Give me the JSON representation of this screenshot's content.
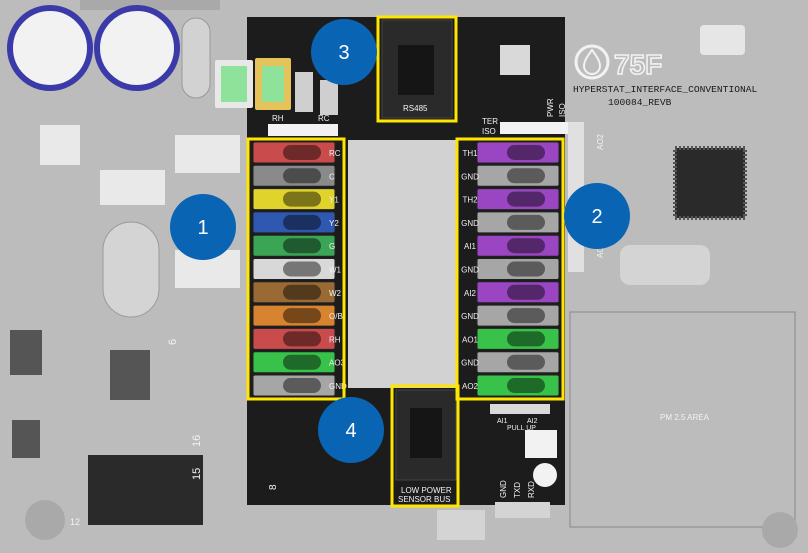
{
  "callouts": [
    {
      "id": "1",
      "label": "1"
    },
    {
      "id": "2",
      "label": "2"
    },
    {
      "id": "3",
      "label": "3"
    },
    {
      "id": "4",
      "label": "4"
    }
  ],
  "left_terminals": [
    {
      "label": "RC",
      "color": "#c94b4b"
    },
    {
      "label": "C",
      "color": "#8a8a8a"
    },
    {
      "label": "Y1",
      "color": "#e0d32c"
    },
    {
      "label": "Y2",
      "color": "#2f58b0"
    },
    {
      "label": "G",
      "color": "#3aa655"
    },
    {
      "label": "W1",
      "color": "#d8d8d8"
    },
    {
      "label": "W2",
      "color": "#9a6a35"
    },
    {
      "label": "O/B",
      "color": "#d7832f"
    },
    {
      "label": "RH",
      "color": "#c94b4b"
    },
    {
      "label": "AO3",
      "color": "#38c24a"
    },
    {
      "label": "GND",
      "color": "#a6a6a6"
    }
  ],
  "right_terminals": [
    {
      "label": "TH1",
      "color": "#9a45c2"
    },
    {
      "label": "GND",
      "color": "#a6a6a6"
    },
    {
      "label": "TH2",
      "color": "#9a45c2"
    },
    {
      "label": "GND",
      "color": "#a6a6a6"
    },
    {
      "label": "AI1",
      "color": "#9a45c2"
    },
    {
      "label": "GND",
      "color": "#a6a6a6"
    },
    {
      "label": "AI2",
      "color": "#9a45c2"
    },
    {
      "label": "GND",
      "color": "#a6a6a6"
    },
    {
      "label": "AO1",
      "color": "#38c24a"
    },
    {
      "label": "GND",
      "color": "#a6a6a6"
    },
    {
      "label": "AO2",
      "color": "#38c24a"
    }
  ],
  "silkscreen": {
    "brand": "75F",
    "board_name": "HYPERSTAT_INTERFACE_CONVENTIONAL",
    "revision": "100084_REVB",
    "rs485": "RS485",
    "low_power_line1": "LOW POWER",
    "low_power_line2": "SENSOR BUS",
    "rh": "RH",
    "rc": "RC",
    "ter": "TER",
    "iso": "ISO",
    "pwr": "PWR",
    "iso2": "ISO",
    "ao2": "AO2",
    "ao1": "AO",
    "pm_area": "PM 2.5 AREA",
    "pull_up": "PULL UP",
    "ai1": "AI1",
    "ai2": "AI2",
    "gnd": "GND",
    "txd": "TXD",
    "rxd": "RXD",
    "num16": "16",
    "num15": "15",
    "num6": "6",
    "num8": "8",
    "num12": "12"
  },
  "colors": {
    "highlight": "#ffe600",
    "callout": "#0a64b4",
    "pcb_dark": "#1c1c1c",
    "pcb_light": "#bcbcbc"
  }
}
